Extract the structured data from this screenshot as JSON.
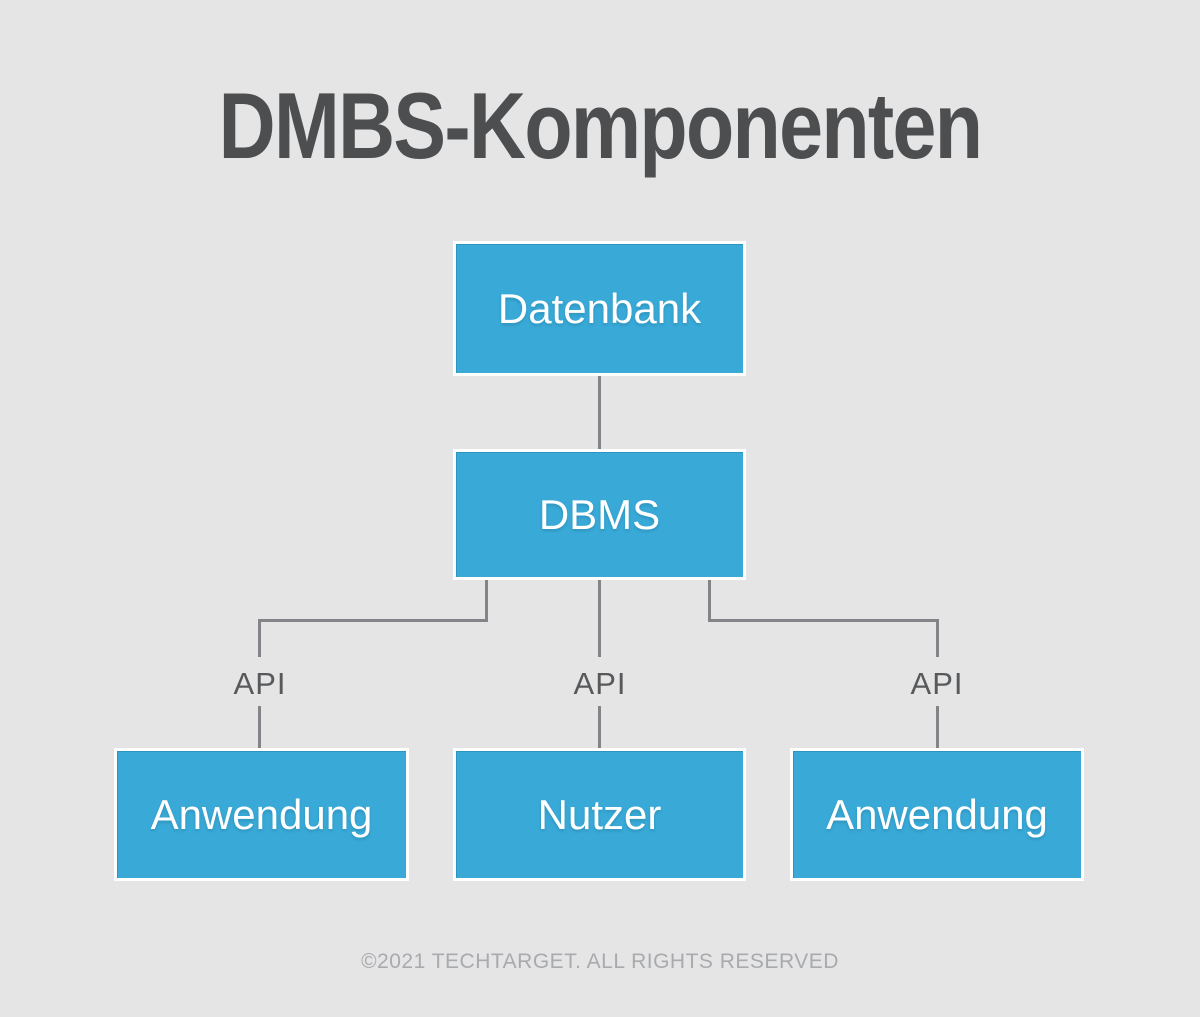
{
  "title": "DMBS-Komponenten",
  "diagram": {
    "type": "flowchart",
    "top_node": {
      "label": "Datenbank"
    },
    "middle_node": {
      "label": "DBMS"
    },
    "bottom_nodes": [
      {
        "label": "Anwendung"
      },
      {
        "label": "Nutzer"
      },
      {
        "label": "Anwendung"
      }
    ],
    "edge_labels": [
      {
        "label": "API"
      },
      {
        "label": "API"
      },
      {
        "label": "API"
      }
    ],
    "edges": [
      {
        "from": "Datenbank",
        "to": "DBMS",
        "label": ""
      },
      {
        "from": "DBMS",
        "to": "Anwendung",
        "label": "API"
      },
      {
        "from": "DBMS",
        "to": "Nutzer",
        "label": "API"
      },
      {
        "from": "DBMS",
        "to": "Anwendung",
        "label": "API"
      }
    ]
  },
  "footer": {
    "copyright": "©2021 TECHTARGET. ALL RIGHTS RESERVED"
  },
  "colors": {
    "background": "#e5e5e6",
    "box_fill": "#39aad8",
    "box_border": "#ffffff",
    "box_text": "#ffffff",
    "connector": "#828487",
    "title_text": "#4d4e50",
    "api_text": "#58595b",
    "footer_text": "#a8aaad"
  }
}
